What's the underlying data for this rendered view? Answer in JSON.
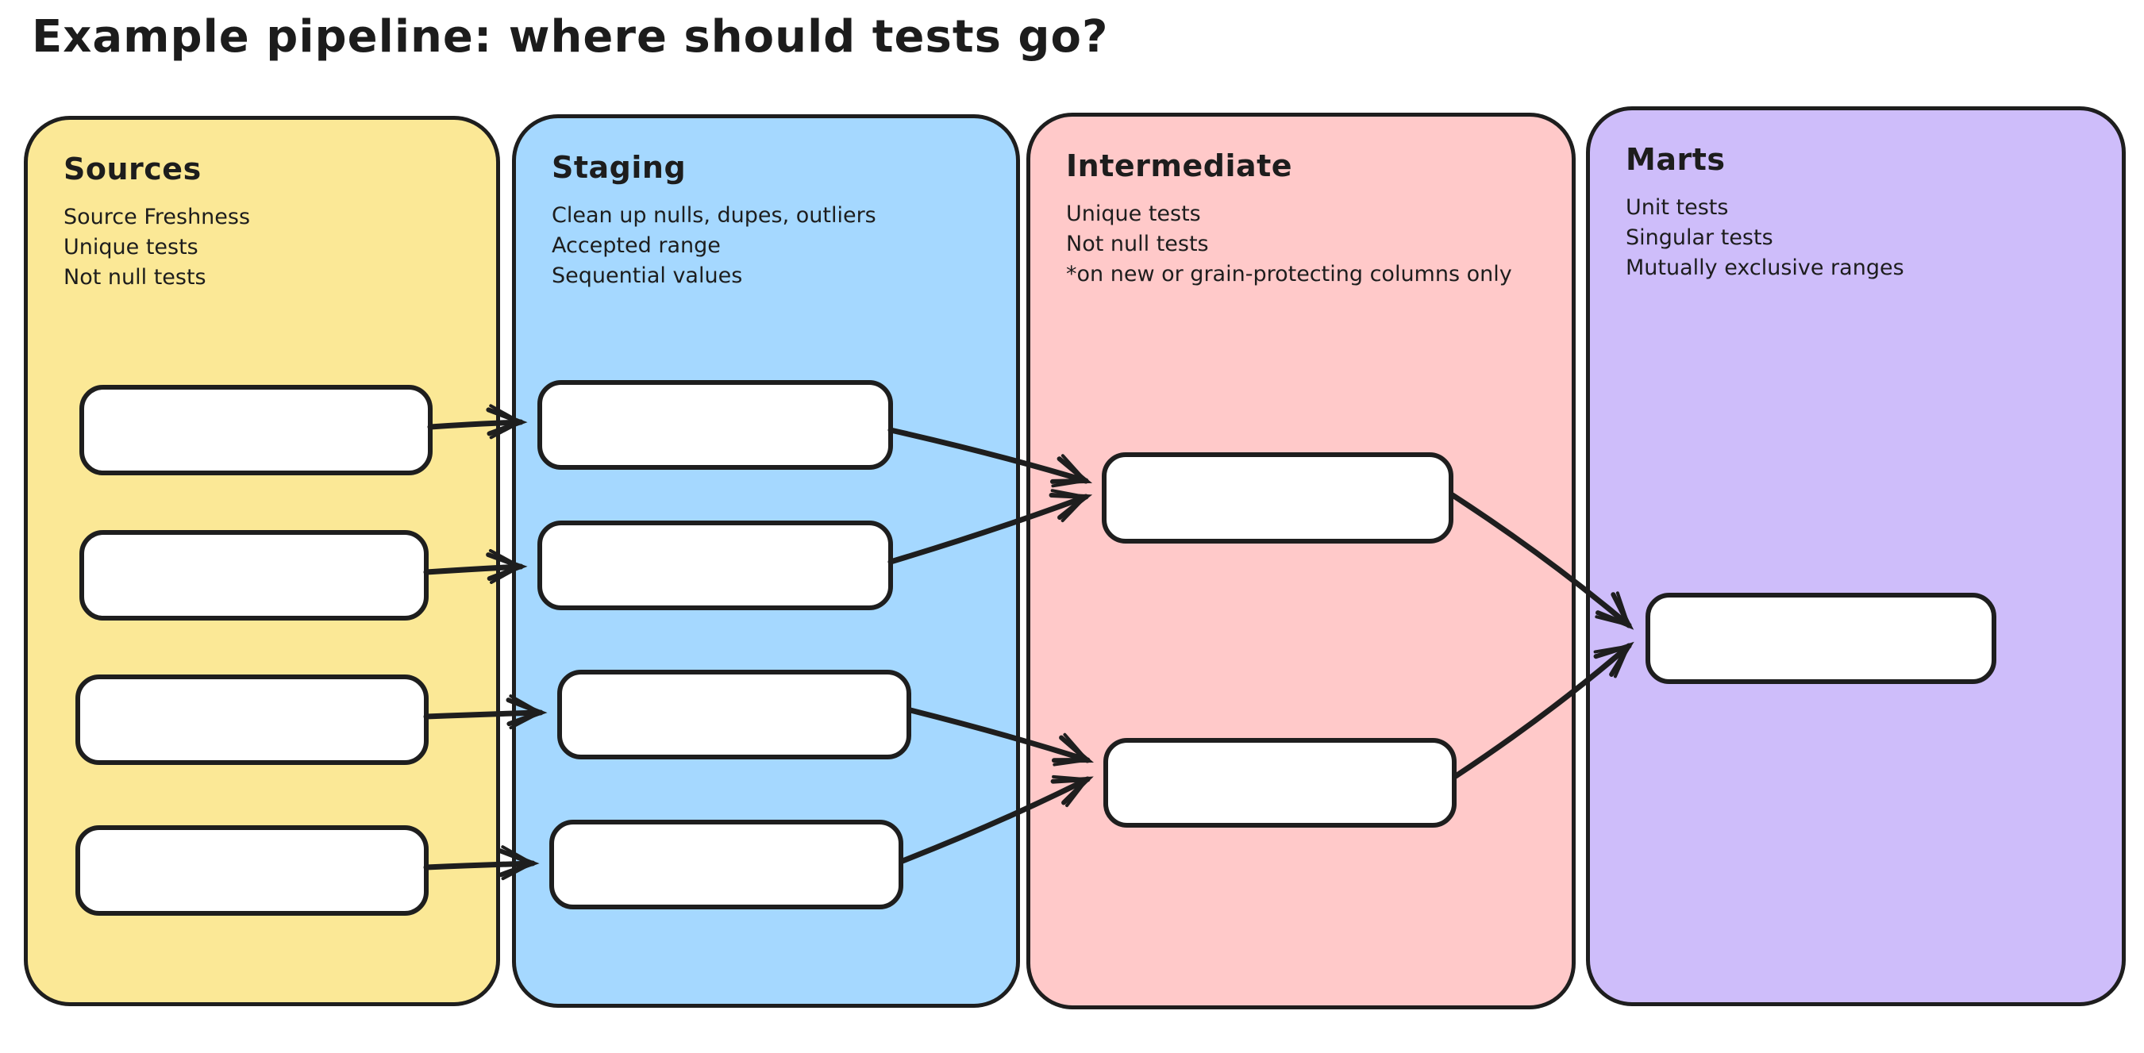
{
  "title": "Example pipeline: where should tests go?",
  "columns": [
    {
      "id": "sources",
      "title": "Sources",
      "color": "#FBE896",
      "notes": [
        "Source Freshness",
        "Unique tests",
        "Not null tests"
      ],
      "node_count": 4
    },
    {
      "id": "staging",
      "title": "Staging",
      "color": "#A5D8FF",
      "notes": [
        "Clean up nulls, dupes, outliers",
        "Accepted range",
        "Sequential values"
      ],
      "node_count": 4
    },
    {
      "id": "intermediate",
      "title": "Intermediate",
      "color": "#FFC9C9",
      "notes": [
        "Unique tests",
        "Not null tests",
        "*on new or grain-protecting columns only"
      ],
      "node_count": 2
    },
    {
      "id": "marts",
      "title": "Marts",
      "color": "#CEBDFA",
      "notes": [
        "Unit tests",
        "Singular tests",
        "Mutually exclusive ranges"
      ],
      "node_count": 1
    }
  ],
  "edges": [
    {
      "from": "sources-node-1",
      "to": "staging-node-1"
    },
    {
      "from": "sources-node-2",
      "to": "staging-node-2"
    },
    {
      "from": "sources-node-3",
      "to": "staging-node-3"
    },
    {
      "from": "sources-node-4",
      "to": "staging-node-4"
    },
    {
      "from": "staging-node-1",
      "to": "intermediate-node-1"
    },
    {
      "from": "staging-node-2",
      "to": "intermediate-node-1"
    },
    {
      "from": "staging-node-3",
      "to": "intermediate-node-2"
    },
    {
      "from": "staging-node-4",
      "to": "intermediate-node-2"
    },
    {
      "from": "intermediate-node-1",
      "to": "marts-node-1"
    },
    {
      "from": "intermediate-node-2",
      "to": "marts-node-1"
    }
  ],
  "ink_color": "#1e1e1e",
  "background_color": "#ffffff"
}
